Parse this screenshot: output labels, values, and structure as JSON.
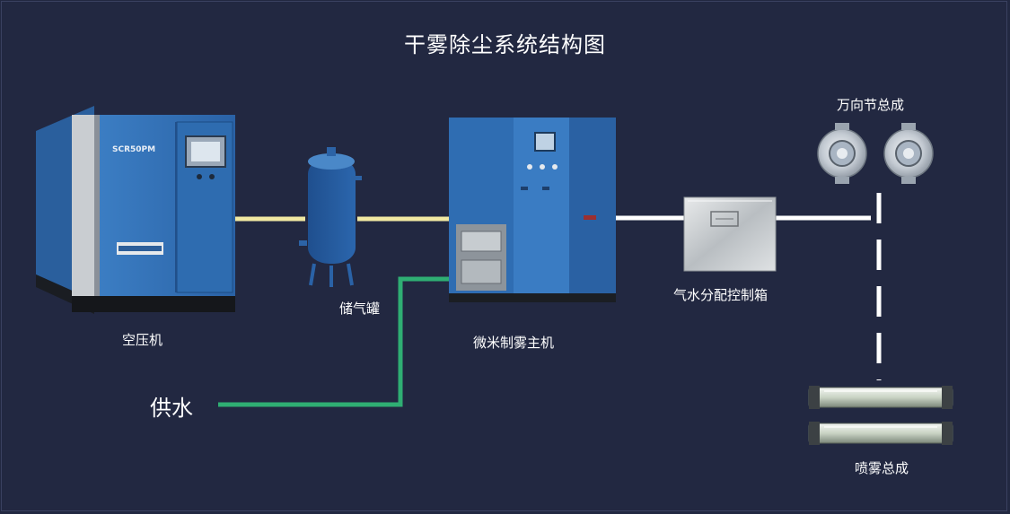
{
  "title": "干雾除尘系统结构图",
  "components": {
    "compressor": {
      "label": "空压机",
      "model": "SCR50PM"
    },
    "tank": {
      "label": "储气罐"
    },
    "host": {
      "label": "微米制雾主机"
    },
    "control_box": {
      "label": "气水分配控制箱"
    },
    "swivel": {
      "label": "万向节总成"
    },
    "spray": {
      "label": "喷雾总成"
    },
    "water_supply": {
      "label": "供水"
    }
  },
  "colors": {
    "background": "#222841",
    "air_line": "#f1e9a2",
    "water_line": "#2fae73",
    "distribution_line": "#ffffff",
    "machine_blue": "#2c6db5"
  }
}
